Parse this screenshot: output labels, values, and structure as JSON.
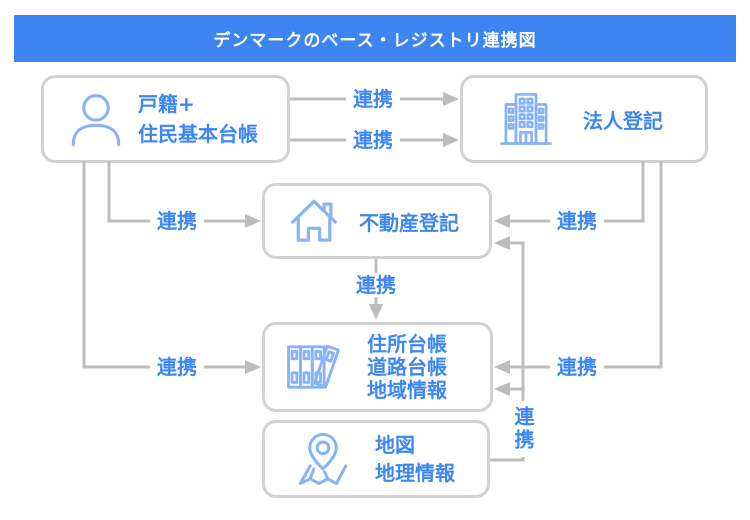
{
  "title": "デンマークのベース・レジストリ連携図",
  "colors": {
    "accent": "#3d86f2",
    "node_text": "#3d87f5",
    "icon_stroke": "#86b3f9",
    "wire": "#bdbdbd",
    "node_border": "#d2d2d2",
    "background": "#ffffff"
  },
  "boxes": {
    "family": {
      "icon": "person-icon",
      "lines": [
        "戸籍+",
        "住民基本台帳"
      ]
    },
    "corporate": {
      "icon": "building-icon",
      "lines": [
        "法人登記"
      ]
    },
    "realestate": {
      "icon": "house-icon",
      "lines": [
        "不動産登記"
      ]
    },
    "address": {
      "icon": "books-icon",
      "lines": [
        "住所台帳",
        "道路台帳",
        "地域情報"
      ]
    },
    "map": {
      "icon": "map-pin-icon",
      "lines": [
        "地図",
        "地理情報"
      ]
    }
  },
  "connectors": [
    {
      "from": "family",
      "to": "corporate",
      "label": "連携"
    },
    {
      "from": "family",
      "to": "corporate",
      "label": "連携"
    },
    {
      "from": "family",
      "to": "realestate",
      "label": "連携"
    },
    {
      "from": "family",
      "to": "address",
      "label": "連携"
    },
    {
      "from": "corporate",
      "to": "realestate",
      "label": "連携"
    },
    {
      "from": "corporate",
      "to": "address",
      "label": "連携"
    },
    {
      "from": "realestate",
      "to": "address",
      "label": "連携"
    },
    {
      "from": "map",
      "to": "address",
      "label": "連携"
    }
  ]
}
